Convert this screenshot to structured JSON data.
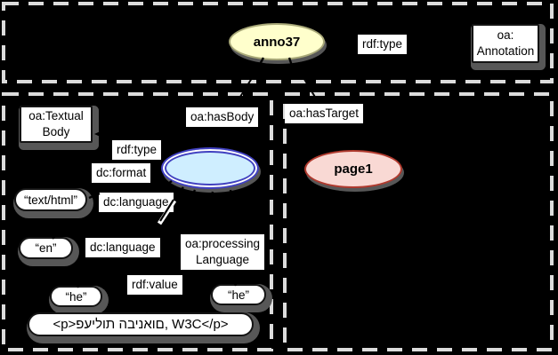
{
  "diagram": {
    "kind": "rdf-annotation-graph",
    "top_group": {
      "anno_node_label": "anno37",
      "rdf_type_label": "rdf:type",
      "annotation_class_label": "oa:\nAnnotation"
    },
    "body_group": {
      "has_body_label": "oa:hasBody",
      "textual_body_class_label": "oa:Textual\nBody",
      "rdf_type_label": "rdf:type",
      "dc_format_label": "dc:format",
      "text_html_literal": "“text/html”",
      "dc_language_label_1": "dc:language",
      "en_literal": "“en”",
      "dc_language_label_2": "dc:language",
      "processing_language_label": "oa:processing\nLanguage",
      "rdf_value_label": "rdf:value",
      "he_literal_1": "“he”",
      "he_literal_2": "“he”",
      "hebrew_value_literal": "<p>פעילות הבינאום, W3C</p>"
    },
    "target_group": {
      "has_target_label": "oa:hasTarget",
      "page_node_label": "page1"
    }
  },
  "colors": {
    "bg": "#000000",
    "dash": "#dcdcdc",
    "edge": "#000000",
    "shadow": "#575757",
    "label_bg": "#ffffff",
    "text": "#000000",
    "box_border": "#141414",
    "anno_fill": "#ffffcc",
    "anno_border": "#a8a878",
    "body_fill": "#cfeeff",
    "body_border": "#4040c0",
    "body_inner_ring": "#ffffff",
    "page_fill": "#f9d9d4",
    "page_border": "#b03a2e"
  }
}
